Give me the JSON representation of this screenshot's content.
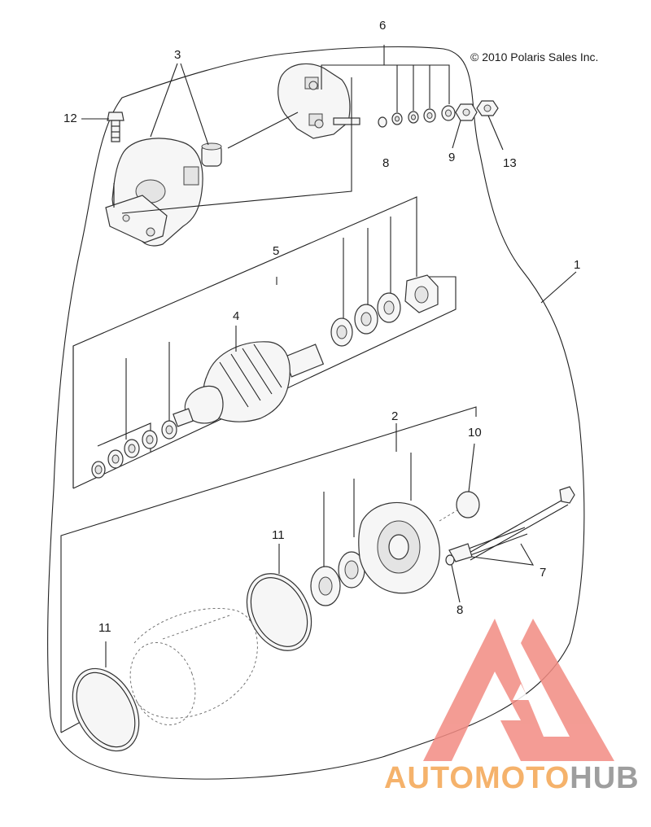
{
  "copyright": "© 2010 Polaris Sales Inc.",
  "callouts": {
    "c1": "1",
    "c2": "2",
    "c3": "3",
    "c4": "4",
    "c5": "5",
    "c6": "6",
    "c7": "7",
    "c8a": "8",
    "c8b": "8",
    "c9": "9",
    "c10": "10",
    "c11a": "11",
    "c11b": "11",
    "c12": "12",
    "c13": "13"
  },
  "watermark": {
    "brand_part1": "AUTOMOTO",
    "brand_part2": "HUB",
    "colors": {
      "logo": "#f28b82",
      "text_light": "#f5b26b",
      "text_dark": "#9e9e9e"
    }
  }
}
